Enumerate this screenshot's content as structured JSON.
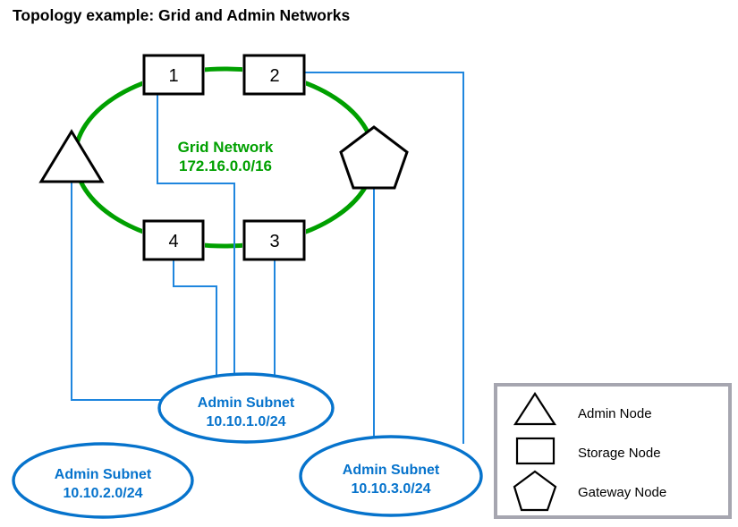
{
  "title": "Topology example: Grid and Admin Networks",
  "colors": {
    "grid_green": "#00A000",
    "admin_blue": "#1F86DE",
    "subnet_blue": "#0673CC",
    "node_outline": "#000000",
    "legend_border": "#A6A6B0",
    "background": "#FFFFFF"
  },
  "grid_network": {
    "name": "Grid Network",
    "cidr": "172.16.0.0/16"
  },
  "nodes": [
    {
      "id": "node-1",
      "label": "1",
      "shape": "rectangle",
      "type": "Storage Node"
    },
    {
      "id": "node-2",
      "label": "2",
      "shape": "rectangle",
      "type": "Storage Node"
    },
    {
      "id": "node-3",
      "label": "3",
      "shape": "rectangle",
      "type": "Storage Node"
    },
    {
      "id": "node-4",
      "label": "4",
      "shape": "rectangle",
      "type": "Storage Node"
    },
    {
      "id": "admin-node",
      "label": "",
      "shape": "triangle",
      "type": "Admin Node"
    },
    {
      "id": "gateway-node",
      "label": "",
      "shape": "pentagon",
      "type": "Gateway Node"
    }
  ],
  "subnets": [
    {
      "id": "admin-subnet-1",
      "name": "Admin Subnet",
      "cidr": "10.10.1.0/24"
    },
    {
      "id": "admin-subnet-2",
      "name": "Admin Subnet",
      "cidr": "10.10.2.0/24"
    },
    {
      "id": "admin-subnet-3",
      "name": "Admin Subnet",
      "cidr": "10.10.3.0/24"
    }
  ],
  "legend": {
    "items": [
      {
        "shape": "triangle",
        "label": "Admin Node"
      },
      {
        "shape": "rectangle",
        "label": "Storage Node"
      },
      {
        "shape": "pentagon",
        "label": "Gateway Node"
      }
    ]
  }
}
